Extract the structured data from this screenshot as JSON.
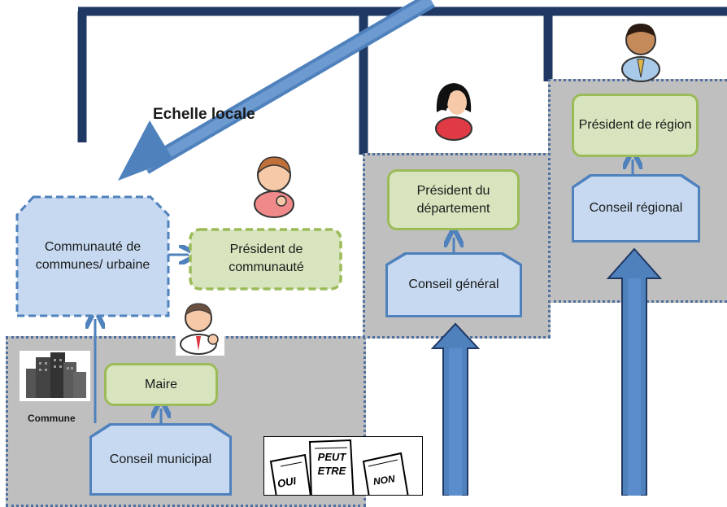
{
  "diagram": {
    "scale_label": "Echelle locale",
    "commune_label": "Commune",
    "communaute_box": "Communauté de communes/ urbaine",
    "president_communaute": "Président de communauté",
    "maire": "Maire",
    "conseil_municipal": "Conseil municipal",
    "president_departement": "Président du département",
    "conseil_general": "Conseil général",
    "president_region": "Président de région",
    "conseil_regional": "Conseil régional",
    "vote_signs": [
      "OUI",
      "PEUT ETRE",
      "NON"
    ]
  },
  "colors": {
    "dark_navy": "#1f3864",
    "blue_border": "#4f81bd",
    "blue_fill": "#c6d9f1",
    "green_fill": "#d7e4bd",
    "green_border": "#9bbb59",
    "zone_gray": "#bfbfbf"
  }
}
